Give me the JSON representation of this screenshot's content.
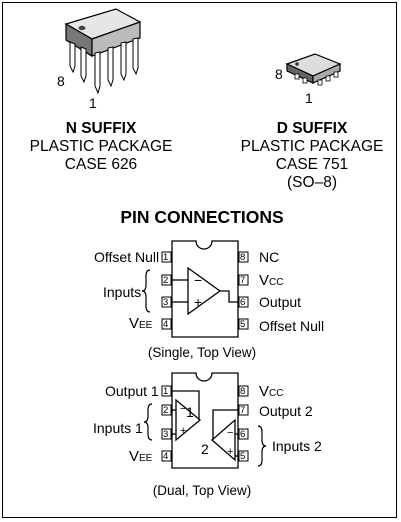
{
  "packages": {
    "n": {
      "pin8": "8",
      "pin1": "1",
      "suffix": "N SUFFIX",
      "line1": "PLASTIC PACKAGE",
      "line2": "CASE 626"
    },
    "d": {
      "pin8": "8",
      "pin1": "1",
      "suffix": "D SUFFIX",
      "line1": "PLASTIC PACKAGE",
      "line2": "CASE 751",
      "line3": "(SO–8)"
    }
  },
  "title": "PIN CONNECTIONS",
  "single": {
    "pins": [
      "1",
      "2",
      "3",
      "4",
      "5",
      "6",
      "7",
      "8"
    ],
    "left": {
      "offset_null": "Offset Null",
      "inputs": "Inputs",
      "vee_base": "V",
      "vee_sub": "EE"
    },
    "right": {
      "nc": "NC",
      "vcc_base": "V",
      "vcc_sub": "CC",
      "output": "Output",
      "offset_null": "Offset Null"
    },
    "minus": "−",
    "plus": "+",
    "caption": "(Single, Top View)"
  },
  "dual": {
    "pins": [
      "1",
      "2",
      "3",
      "4",
      "5",
      "6",
      "7",
      "8"
    ],
    "left": {
      "output1": "Output 1",
      "inputs1": "Inputs 1",
      "vee_base": "V",
      "vee_sub": "EE"
    },
    "right": {
      "vcc_base": "V",
      "vcc_sub": "CC",
      "output2": "Output 2",
      "inputs2": "Inputs 2"
    },
    "amp1": {
      "id": "1",
      "minus": "−",
      "plus": "+"
    },
    "amp2": {
      "id": "2",
      "minus": "−",
      "plus": "+"
    },
    "caption": "(Dual, Top View)"
  }
}
